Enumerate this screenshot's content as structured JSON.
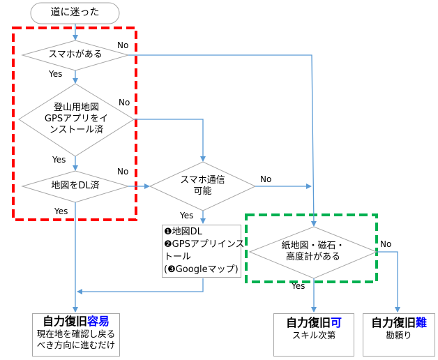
{
  "colors": {
    "connector": "#5b9bd5",
    "shape_border": "#a6a6a6",
    "group_red": "#ff0000",
    "group_green": "#00b050",
    "accent_text": "#0000ff"
  },
  "start": {
    "label": "道に迷った"
  },
  "decisions": [
    {
      "id": "smartphone",
      "lines": [
        "スマホがある"
      ],
      "yes": "Yes",
      "no": "No"
    },
    {
      "id": "gps-app",
      "lines": [
        "登山用地図",
        "GPSアプリをイ",
        "ンストール済"
      ],
      "yes": "Yes",
      "no": "No"
    },
    {
      "id": "map-dl",
      "lines": [
        "地図をDL済"
      ],
      "yes": "Yes",
      "no": "No"
    },
    {
      "id": "network",
      "lines": [
        "スマホ通信",
        "可能"
      ],
      "yes": "Yes",
      "no": "No"
    },
    {
      "id": "paper-map",
      "lines": [
        "紙地図・磁石・",
        "高度計がある"
      ],
      "yes": "Yes",
      "no": "No"
    }
  ],
  "process": {
    "lines": [
      "❶地図DL",
      "❷GPSアプリインス",
      "トール",
      "(❸Googleマップ)"
    ]
  },
  "results": [
    {
      "title": "自力復旧",
      "accent": "容易",
      "lines": [
        "現在地を確認し戻る",
        "べき方向に進むだけ"
      ]
    },
    {
      "title": "自力復旧",
      "accent": "可",
      "lines": [
        "スキル次第"
      ]
    },
    {
      "title": "自力復旧",
      "accent": "難",
      "lines": [
        "勘頼り"
      ]
    }
  ]
}
